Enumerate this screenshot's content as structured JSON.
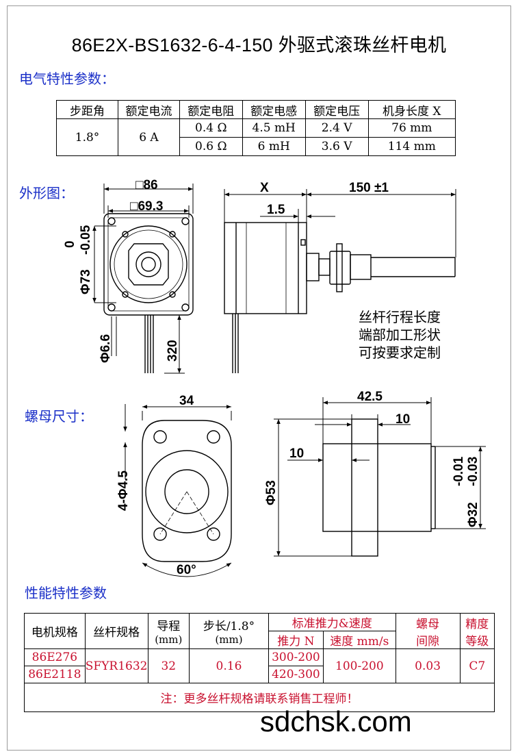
{
  "title": "86E2X-BS1632-6-4-150 外驱式滚珠丝杆电机",
  "sections": {
    "electrical": "电气特性参数：",
    "outline": "外形图：",
    "nut": "螺母尺寸：",
    "performance": "性能特性参数"
  },
  "electrical_table": {
    "headers": [
      "步距角",
      "额定电流",
      "额定电阻",
      "额定电感",
      "额定电压",
      "机身长度 X"
    ],
    "step_angle": "1.8°",
    "current": "6 A",
    "rows": [
      [
        "0.4 Ω",
        "4.5 mH",
        "2.4 V",
        "76 mm"
      ],
      [
        "0.6 Ω",
        "6 mH",
        "3.6 V",
        "114 mm"
      ]
    ]
  },
  "outline_dims": {
    "square_outer": "□86",
    "square_inner": "□69.3",
    "x_label": "X",
    "stroke": "150 ±1",
    "flange": "1.5",
    "boss": "0\n-0.05",
    "boss_a": "0",
    "boss_b": "-0.05",
    "boss_dia": "Φ73",
    "hole": "Φ6.6",
    "lead": "320",
    "note_lines": [
      "丝杆行程长度",
      "端部加工形状",
      "可按要求定制"
    ]
  },
  "nut_dims": {
    "width": "34",
    "holes": "4-Φ4.5",
    "angle": "60°",
    "length": "42.5",
    "flange_w": "10",
    "shoulder": "10",
    "flange_dia": "Φ53",
    "tol_a": "-0.01",
    "tol_b": "-0.03",
    "body_dia": "Φ32"
  },
  "perf_table": {
    "h_motor": "电机规格",
    "h_screw": "丝杆规格",
    "h_lead": "导程",
    "h_lead_unit": "(mm)",
    "h_step": "步长/1.8°",
    "h_step_unit": "(mm)",
    "h_force_speed": "标准推力&速度",
    "h_force": "推力 N",
    "h_speed": "速度 mm/s",
    "h_backlash_a": "螺母",
    "h_backlash_b": "间隙",
    "h_grade_a": "精度",
    "h_grade_b": "等级",
    "motor_1": "86E276",
    "motor_2": "86E2118",
    "screw": "SFYR1632",
    "lead": "32",
    "step": "0.16",
    "force_1": "300-200",
    "force_2": "420-300",
    "speed": "100-200",
    "backlash": "0.03",
    "grade": "C7",
    "note": "注：更多丝杆规格请联系销售工程师！"
  },
  "watermark": "sdchsk.com"
}
